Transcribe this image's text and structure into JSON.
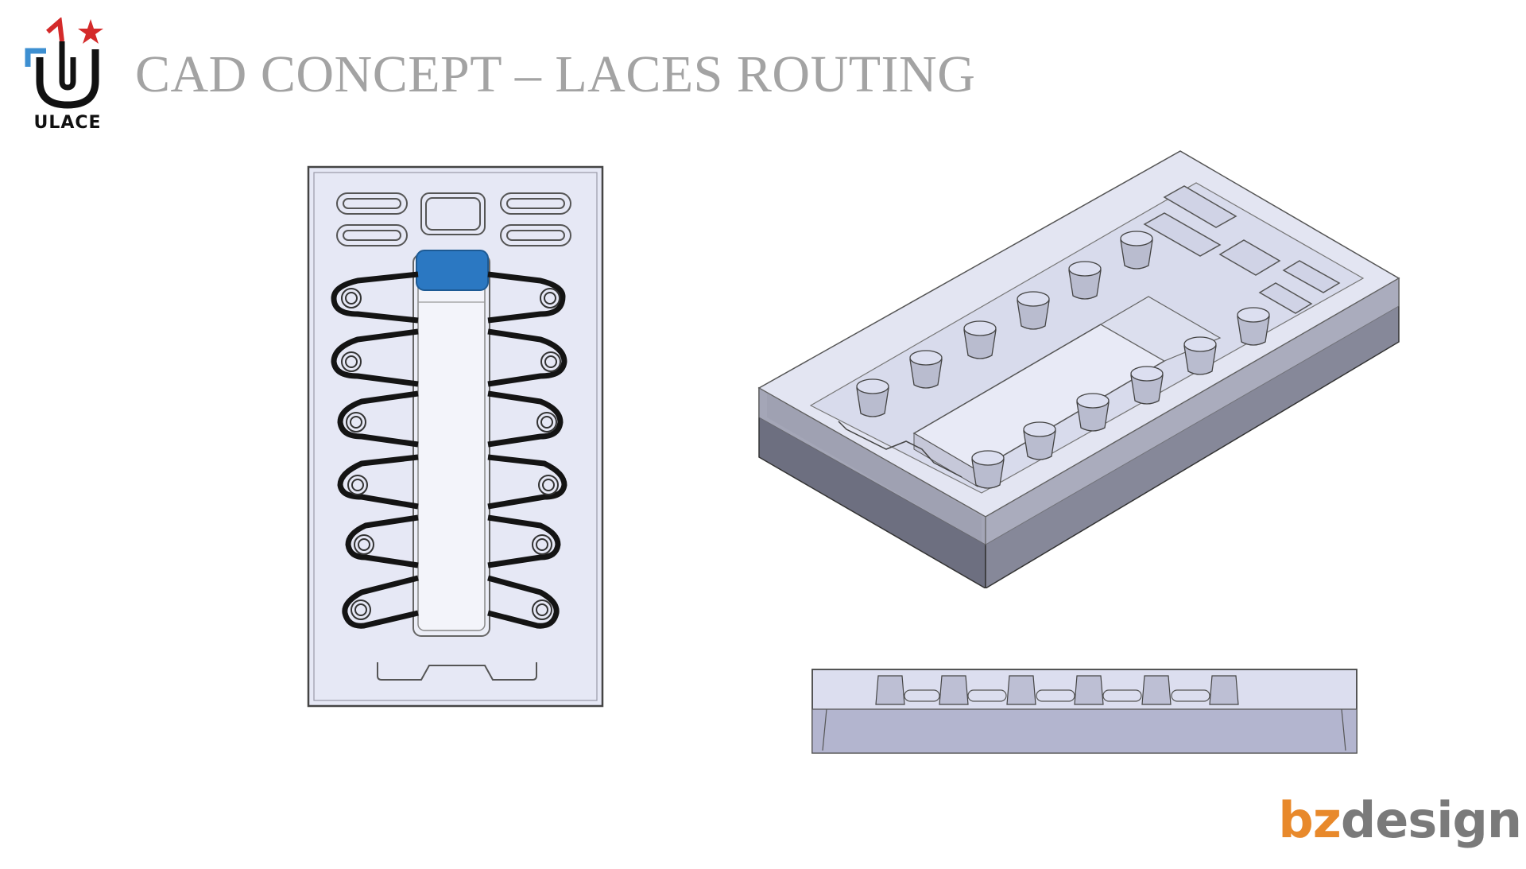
{
  "header": {
    "logo_text": "ULACE",
    "title": "CAD CONCEPT – LACES ROUTING"
  },
  "views": {
    "top": "top-view-drawing",
    "iso": "isometric-view-drawing",
    "side": "side-view-drawing"
  },
  "colors": {
    "title": "#a3a3a3",
    "tray_fill": "#e6e8f5",
    "tray_dark": "#5e6070",
    "lace": "#141414",
    "tab_blue": "#2b78c2",
    "brand_orange": "#e8892b",
    "brand_gray": "#7a7a7a"
  },
  "footer": {
    "brand_part1": "bz",
    "brand_part2": "design"
  }
}
